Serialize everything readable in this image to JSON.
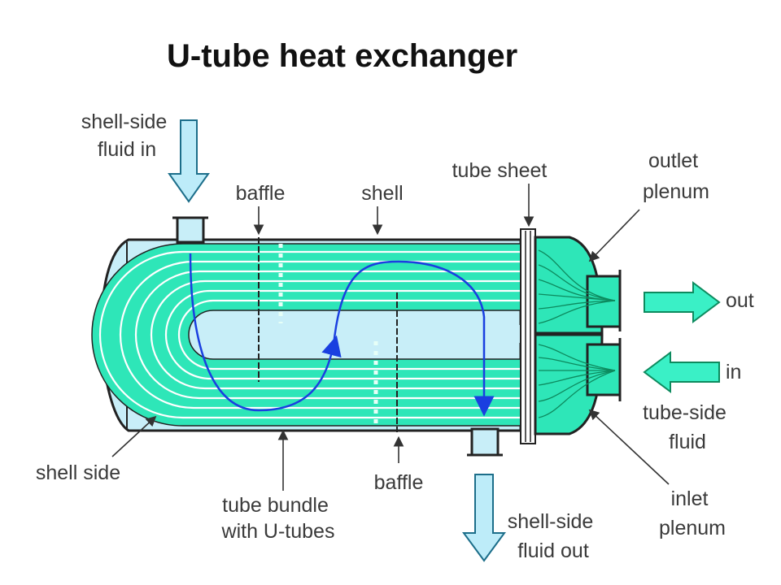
{
  "title": "U-tube heat exchanger",
  "labels": {
    "shell_side_fluid_in_1": "shell-side",
    "shell_side_fluid_in_2": "fluid in",
    "baffle_top": "baffle",
    "shell": "shell",
    "tube_sheet": "tube sheet",
    "outlet_plenum_1": "outlet",
    "outlet_plenum_2": "plenum",
    "out": "out",
    "in": "in",
    "tube_side_fluid_1": "tube-side",
    "tube_side_fluid_2": "fluid",
    "inlet_plenum_1": "inlet",
    "inlet_plenum_2": "plenum",
    "shell_side_fluid_out_1": "shell-side",
    "shell_side_fluid_out_2": "fluid out",
    "baffle_bottom": "baffle",
    "tube_bundle_1": "tube bundle",
    "tube_bundle_2": "with U-tubes",
    "shell_side": "shell side"
  },
  "colors": {
    "shell_fill": "#c8eef8",
    "tube_fill": "#2ee6b8",
    "tube_line": "#ffffff",
    "outline": "#222222",
    "flow_arrow": "#1a3fe0",
    "nozzle_arrow": "#bdecf9",
    "tube_fluid_arrow": "#3af0c6"
  }
}
